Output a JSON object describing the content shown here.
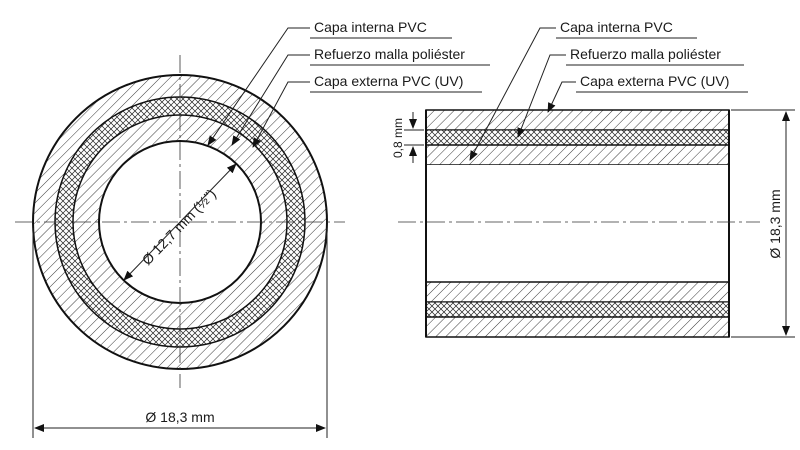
{
  "labels": {
    "inner_layer": "Capa interna PVC",
    "reinforcement": "Refuerzo malla poliéster",
    "outer_layer": "Capa externa PVC (UV)"
  },
  "dimensions": {
    "inner_diameter": "Ø 12,7 mm (½\")",
    "outer_diameter_bottom": "Ø 18,3 mm",
    "outer_diameter_side": "Ø 18,3 mm",
    "wall_thickness": "0,8 mm"
  }
}
